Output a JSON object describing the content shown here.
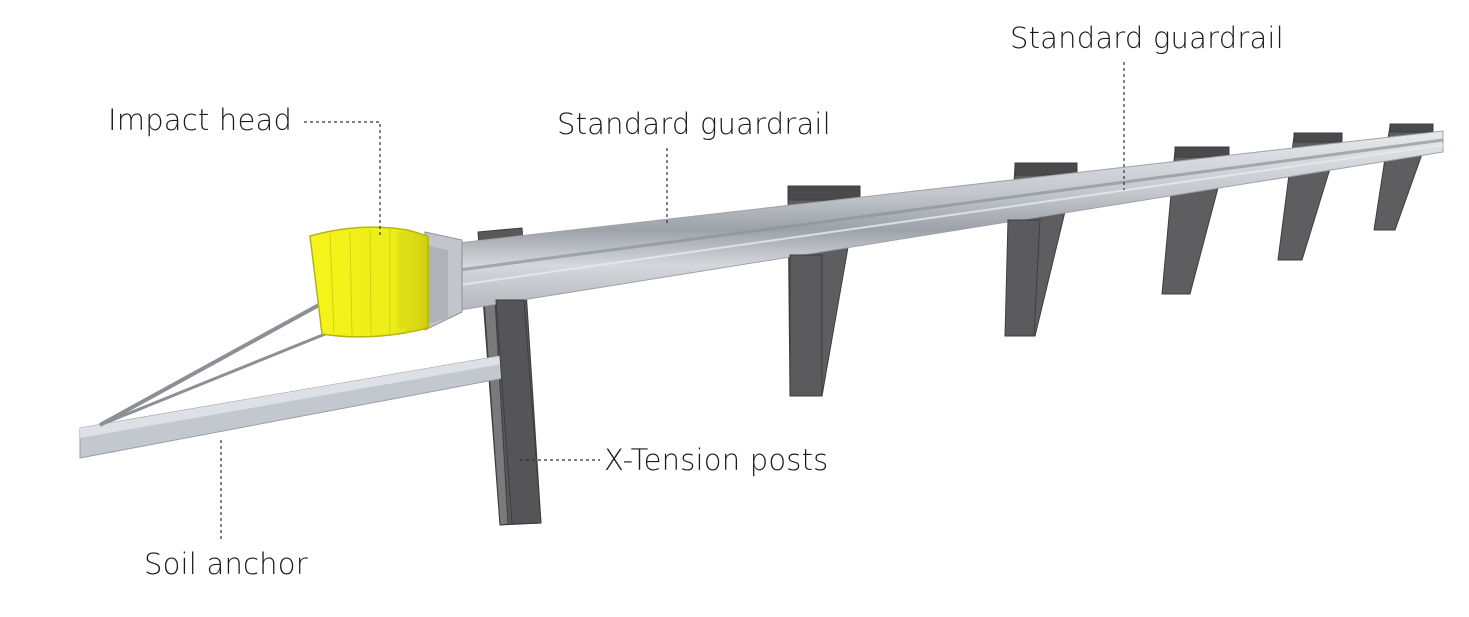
{
  "labels": {
    "impact_head": "Impact head",
    "guardrail_near": "Standard guardrail",
    "guardrail_far": "Standard guardrail",
    "posts": "X-Tension posts",
    "soil_anchor": "Soil anchor"
  },
  "colors": {
    "impact_head": "#f2f21a",
    "rail": "#c9ccd1",
    "post": "#5a5a5c",
    "anchor": "#b9bec6",
    "leader": "#333333"
  }
}
